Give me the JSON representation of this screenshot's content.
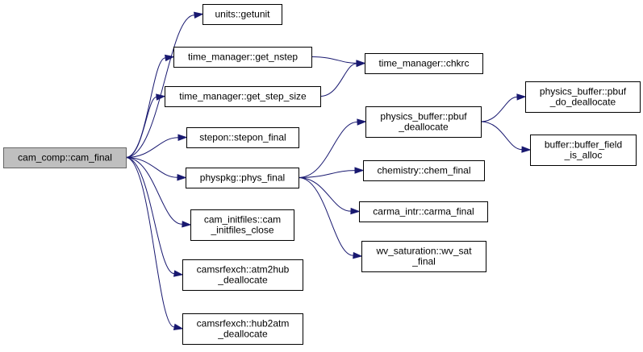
{
  "colors": {
    "edge": "#191970",
    "root_fill": "#bfbfbf",
    "root_border": "#666666",
    "node_fill": "#ffffff",
    "node_border": "#000000"
  },
  "nodes": {
    "cam_final": [
      "cam_comp::cam_final"
    ],
    "getunit": [
      "units::getunit"
    ],
    "get_nstep": [
      "time_manager::get_nstep"
    ],
    "chkrc": [
      "time_manager::chkrc"
    ],
    "get_step_size": [
      "time_manager::get_step_size"
    ],
    "stepon_final": [
      "stepon::stepon_final"
    ],
    "phys_final": [
      "physpkg::phys_final"
    ],
    "initfiles_close": [
      "cam_initfiles::cam",
      "_initfiles_close"
    ],
    "atm2hub": [
      "camsrfexch::atm2hub",
      "_deallocate"
    ],
    "hub2atm": [
      "camsrfexch::hub2atm",
      "_deallocate"
    ],
    "pbuf_deallocate": [
      "physics_buffer::pbuf",
      "_deallocate"
    ],
    "chem_final": [
      "chemistry::chem_final"
    ],
    "carma_final": [
      "carma_intr::carma_final"
    ],
    "wv_sat_final": [
      "wv_saturation::wv_sat",
      "_final"
    ],
    "pbuf_do_deallocate": [
      "physics_buffer::pbuf",
      "_do_deallocate"
    ],
    "buffer_field_is_alloc": [
      "buffer::buffer_field",
      "_is_alloc"
    ]
  },
  "edges": [
    [
      "cam_final",
      "getunit"
    ],
    [
      "cam_final",
      "get_nstep"
    ],
    [
      "cam_final",
      "get_step_size"
    ],
    [
      "cam_final",
      "stepon_final"
    ],
    [
      "cam_final",
      "phys_final"
    ],
    [
      "cam_final",
      "initfiles_close"
    ],
    [
      "cam_final",
      "atm2hub"
    ],
    [
      "cam_final",
      "hub2atm"
    ],
    [
      "get_nstep",
      "chkrc"
    ],
    [
      "get_step_size",
      "chkrc"
    ],
    [
      "phys_final",
      "pbuf_deallocate"
    ],
    [
      "phys_final",
      "chem_final"
    ],
    [
      "phys_final",
      "carma_final"
    ],
    [
      "phys_final",
      "wv_sat_final"
    ],
    [
      "pbuf_deallocate",
      "pbuf_do_deallocate"
    ],
    [
      "pbuf_deallocate",
      "buffer_field_is_alloc"
    ]
  ]
}
